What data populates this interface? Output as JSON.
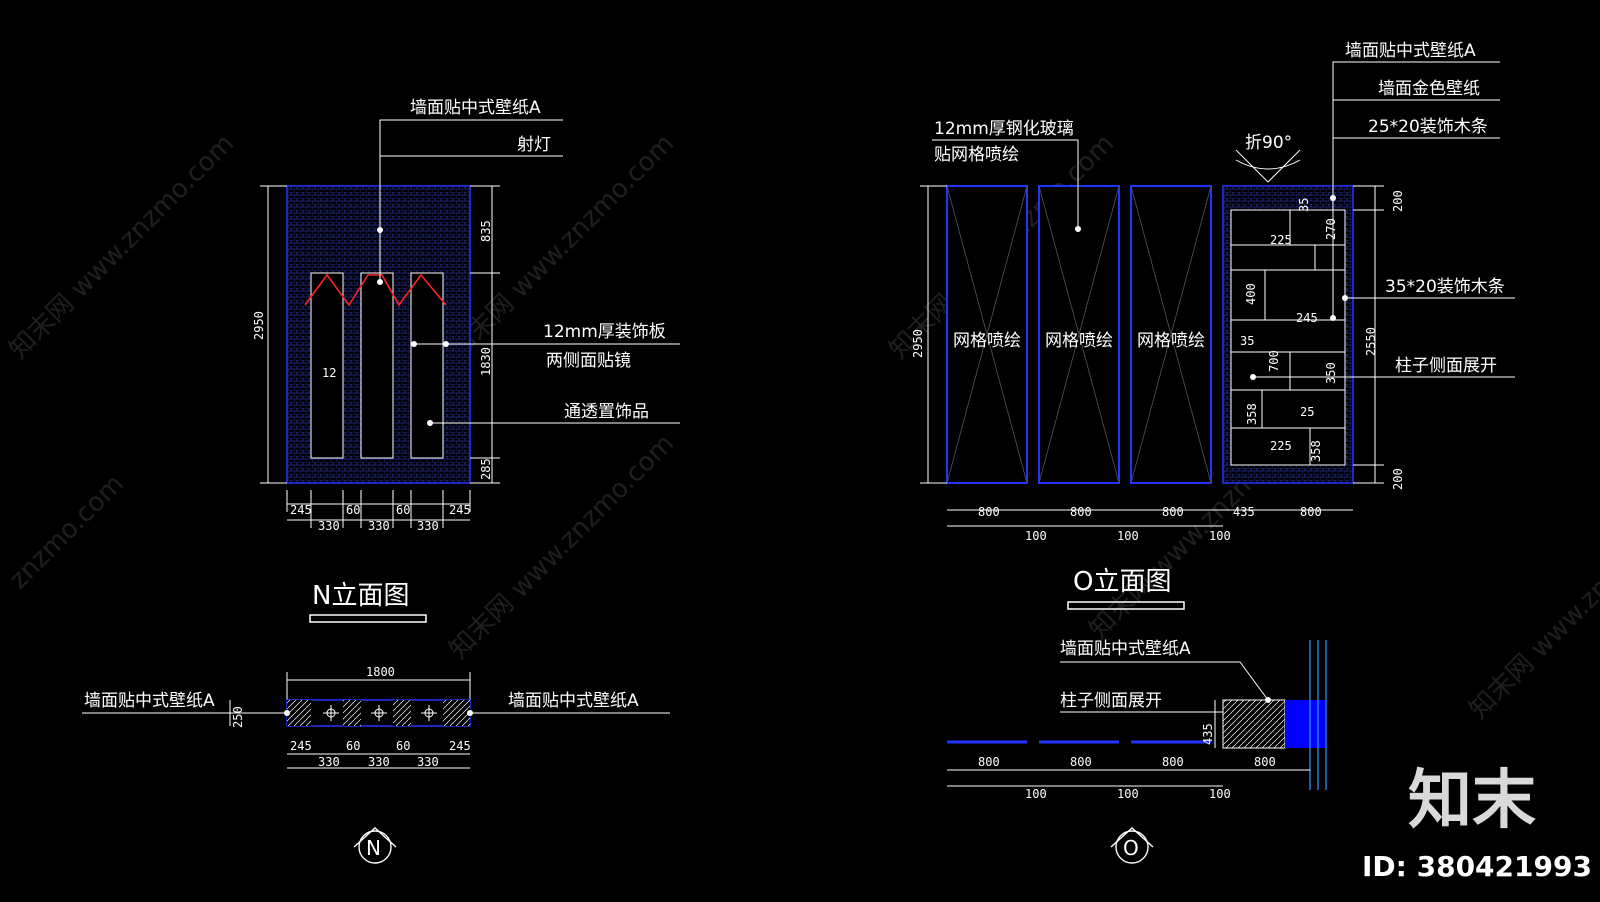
{
  "colors": {
    "background": "#000000",
    "line": "#ffffff",
    "panel": "#2233ff",
    "accent": "#ff2222",
    "fill": "#0000ff"
  },
  "n_elevation": {
    "title": "N立面图",
    "callouts": [
      "墙面贴中式壁纸A",
      "射灯",
      "12mm厚装饰板",
      "两侧面贴镜",
      "通透置饰品"
    ],
    "height_dim": "2950",
    "right_dims": [
      "835",
      "1830",
      "285"
    ],
    "bottom_dims": [
      "245",
      "330",
      "60",
      "330",
      "60",
      "330",
      "245"
    ],
    "small_dim": "12",
    "section_grid": "N"
  },
  "n_plan": {
    "top_dim": "1800",
    "left_label": "墙面贴中式壁纸A",
    "right_label": "墙面贴中式壁纸A",
    "left_dim": "250",
    "bottom_dims": [
      "245",
      "330",
      "60",
      "330",
      "60",
      "330",
      "245"
    ]
  },
  "o_elevation": {
    "title": "O立面图",
    "glass_label_1": "12mm厚钢化玻璃",
    "glass_label_2": "贴网格喷绘",
    "panel_label": "网格喷绘",
    "fold_label": "折90°",
    "right_callouts": [
      "墙面贴中式壁纸A",
      "墙面金色壁纸",
      "25*20装饰木条",
      "35*20装饰木条",
      "柱子侧面展开"
    ],
    "height_dim": "2950",
    "right_dims": [
      "200",
      "2550",
      "200"
    ],
    "inner_dims": [
      "35",
      "270",
      "225",
      "400",
      "35",
      "245",
      "700",
      "350",
      "358",
      "25",
      "225",
      "358"
    ],
    "bottom_dims": [
      "800",
      "800",
      "800",
      "435",
      "800"
    ],
    "gap_dims": [
      "100",
      "100",
      "100"
    ],
    "section_grid": "O"
  },
  "o_plan": {
    "label_1": "墙面贴中式壁纸A",
    "label_2": "柱子侧面展开",
    "side_dim": "435",
    "bottom_dims": [
      "800",
      "800",
      "800",
      "800"
    ],
    "gap_dims": [
      "100",
      "100",
      "100"
    ]
  },
  "watermark": "znzmo.com",
  "watermark_cn": "知末网 www.znzmo.com",
  "logo": "知末",
  "id_text": "ID: 380421993"
}
